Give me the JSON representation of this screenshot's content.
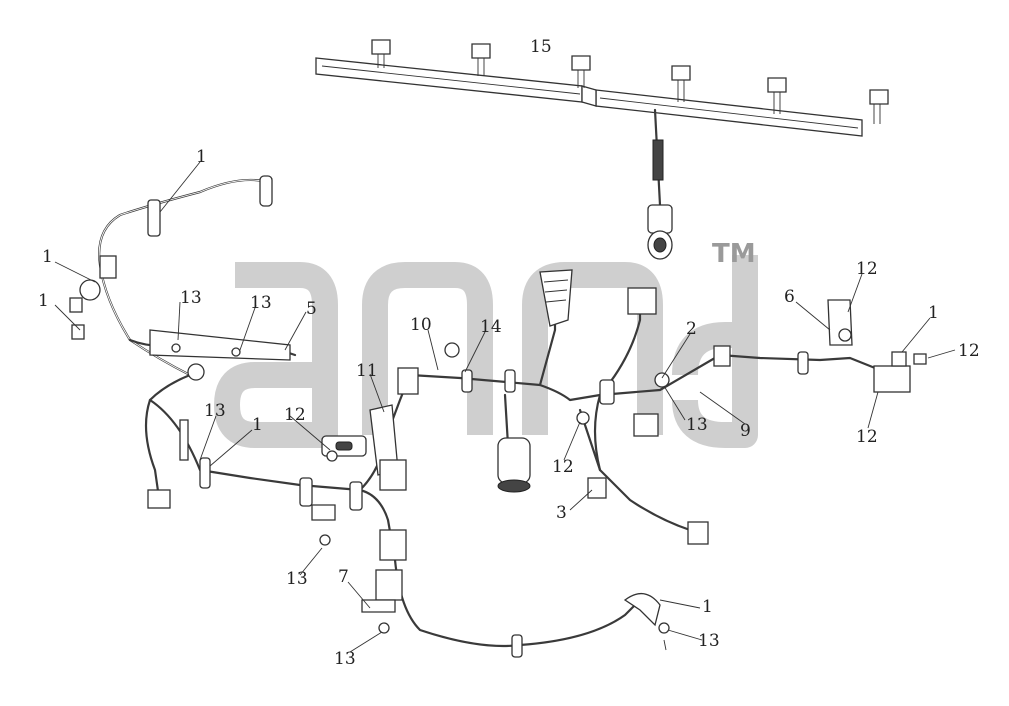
{
  "watermark": {
    "trademark": "TM",
    "color": "#c8c8c8"
  },
  "callouts": [
    {
      "text": "15"
    },
    {
      "text": "1"
    },
    {
      "text": "1"
    },
    {
      "text": "1"
    },
    {
      "text": "13"
    },
    {
      "text": "13"
    },
    {
      "text": "5"
    },
    {
      "text": "10"
    },
    {
      "text": "14"
    },
    {
      "text": "11"
    },
    {
      "text": "2"
    },
    {
      "text": "13"
    },
    {
      "text": "9"
    },
    {
      "text": "6"
    },
    {
      "text": "12"
    },
    {
      "text": "1"
    },
    {
      "text": "12"
    },
    {
      "text": "12"
    },
    {
      "text": "13"
    },
    {
      "text": "1"
    },
    {
      "text": "12"
    },
    {
      "text": "12"
    },
    {
      "text": "3"
    },
    {
      "text": "13"
    },
    {
      "text": "7"
    },
    {
      "text": "1"
    },
    {
      "text": "13"
    },
    {
      "text": "13"
    }
  ]
}
